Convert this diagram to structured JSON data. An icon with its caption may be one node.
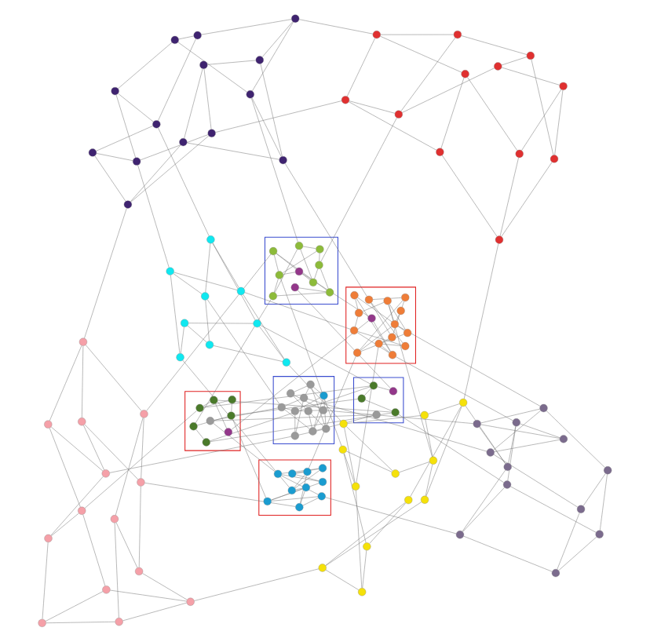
{
  "diagram": {
    "nodes": [
      {
        "text": [],
        "shape": "circle"
      },
      {
        "text": [],
        "shape": "circle"
      },
      {
        "text": [],
        "shape": "circle"
      },
      {
        "text": [],
        "shape": "circle"
      },
      {
        "text": [],
        "shape": "circle"
      },
      {
        "text": [],
        "shape": "circle"
      },
      {
        "text": [],
        "shape": "circle"
      },
      {
        "text": [],
        "shape": "circle"
      },
      {
        "text": [],
        "shape": "circle"
      },
      {
        "text": [],
        "shape": "circle"
      },
      {
        "text": [],
        "shape": "circle"
      },
      {
        "text": [],
        "shape": "circle"
      },
      {
        "text": [],
        "shape": "box"
      },
      {
        "text": [],
        "shape": "circle",
        "in": 12
      },
      {
        "text": [],
        "shape": "circle",
        "in": 12
      },
      {
        "text": [],
        "shape": "circle",
        "in": 12
      },
      {
        "text": [],
        "shape": "circle",
        "in": 12
      },
      {
        "text": [],
        "shape": "circle",
        "in": 12
      },
      {
        "text": [],
        "shape": "circle",
        "in": 12
      },
      {
        "text": [],
        "shape": "circle",
        "in": 12
      },
      {
        "text": [],
        "shape": "circle",
        "in": 12
      },
      {
        "text": [],
        "shape": "circle",
        "in": 12
      },
      {
        "text": [],
        "shape": "circle",
        "in": 12
      },
      {
        "text": [],
        "shape": "circle",
        "in": 12
      },
      {
        "text": [],
        "shape": "circle",
        "in": 12
      },
      {
        "text": [],
        "shape": "circle",
        "in": 12
      },
      {
        "text": [],
        "shape": "circle",
        "in": 12
      },
      {
        "text": [],
        "shape": "circle",
        "in": 12
      },
      {
        "text": [],
        "shape": "circle"
      },
      {
        "text": [],
        "shape": "circle"
      },
      {
        "text": [],
        "shape": "circle"
      },
      {
        "text": [],
        "shape": "circle"
      },
      {
        "text": [],
        "shape": "circle"
      },
      {
        "text": [],
        "shape": "circle"
      },
      {
        "text": [],
        "shape": "circle"
      },
      {
        "text": [],
        "shape": "circle"
      },
      {
        "text": [],
        "shape": "circle"
      },
      {
        "text": [],
        "shape": "circle"
      },
      {
        "text": [],
        "shape": "circle"
      },
      {
        "text": [],
        "shape": "circle"
      },
      {
        "text": [],
        "shape": "box"
      },
      {
        "text": [],
        "shape": "circle",
        "in": 40
      },
      {
        "text": [],
        "shape": "circle",
        "in": 40
      },
      {
        "text": [],
        "shape": "circle",
        "in": 40
      },
      {
        "text": [],
        "shape": "circle",
        "in": 40
      },
      {
        "text": [],
        "shape": "circle",
        "in": 40
      },
      {
        "text": [],
        "shape": "circle",
        "in": 40
      },
      {
        "text": [],
        "shape": "circle",
        "in": 40
      },
      {
        "text": [],
        "shape": "circle",
        "in": 40
      },
      {
        "text": [],
        "shape": "circle",
        "in": 40
      },
      {
        "text": [],
        "shape": "circle",
        "in": 40
      },
      {
        "text": [],
        "shape": "box"
      },
      {
        "text": [],
        "shape": "circle",
        "in": 51
      },
      {
        "text": [],
        "shape": "circle",
        "in": 51
      },
      {
        "text": [],
        "shape": "circle",
        "in": 51
      },
      {
        "text": [],
        "shape": "circle",
        "in": 51
      },
      {
        "text": [],
        "shape": "circle",
        "in": 51
      },
      {
        "text": [],
        "shape": "box"
      },
      {
        "text": [],
        "shape": "circle",
        "in": 57
      },
      {
        "text": [],
        "shape": "circle",
        "in": 57
      },
      {
        "text": [],
        "shape": "circle",
        "in": 57
      },
      {
        "text": [],
        "shape": "circle",
        "in": 57
      },
      {
        "text": [],
        "shape": "circle",
        "in": 57
      },
      {
        "text": [],
        "shape": "circle",
        "in": 57
      },
      {
        "text": [],
        "shape": "circle",
        "in": 57
      },
      {
        "text": [],
        "shape": "circle",
        "in": 57
      },
      {
        "text": [],
        "shape": "box"
      },
      {
        "text": [],
        "shape": "circle",
        "in": 66
      },
      {
        "text": [],
        "shape": "circle",
        "in": 66
      },
      {
        "text": [],
        "shape": "circle",
        "in": 66
      },
      {
        "text": [],
        "shape": "circle",
        "in": 66
      },
      {
        "text": [],
        "shape": "circle",
        "in": 66
      },
      {
        "text": [],
        "shape": "circle",
        "in": 66
      },
      {
        "text": [],
        "shape": "circle",
        "in": 66
      },
      {
        "text": [],
        "shape": "circle",
        "in": 66
      },
      {
        "text": [],
        "shape": "circle",
        "in": 66
      },
      {
        "text": [],
        "shape": "circle",
        "in": 66
      },
      {
        "text": [],
        "shape": "circle",
        "in": 66
      },
      {
        "text": [],
        "shape": "circle"
      },
      {
        "text": [],
        "shape": "circle"
      },
      {
        "text": [],
        "shape": "circle"
      },
      {
        "text": [],
        "shape": "circle"
      },
      {
        "text": [],
        "shape": "circle"
      },
      {
        "text": [],
        "shape": "circle"
      },
      {
        "text": [],
        "shape": "circle"
      },
      {
        "text": [],
        "shape": "circle"
      },
      {
        "text": [],
        "shape": "circle"
      },
      {
        "text": [],
        "shape": "circle"
      },
      {
        "text": [],
        "shape": "circle"
      },
      {
        "text": [],
        "shape": "circle"
      },
      {
        "text": [],
        "shape": "circle"
      },
      {
        "text": [],
        "shape": "circle"
      },
      {
        "text": [],
        "shape": "circle"
      },
      {
        "text": [],
        "shape": "circle"
      },
      {
        "text": [],
        "shape": "circle"
      },
      {
        "text": [],
        "shape": "circle"
      },
      {
        "text": [],
        "shape": "circle"
      },
      {
        "text": [],
        "shape": "circle"
      },
      {
        "text": [],
        "shape": "circle"
      },
      {
        "text": [],
        "shape": "circle"
      },
      {
        "text": [],
        "shape": "circle"
      },
      {
        "text": [],
        "shape": "circle"
      },
      {
        "text": [],
        "shape": "circle"
      },
      {
        "text": [],
        "shape": "circle"
      },
      {
        "text": [],
        "shape": "circle"
      },
      {
        "text": [],
        "shape": "circle"
      },
      {
        "text": [],
        "shape": "circle"
      },
      {
        "text": [],
        "shape": "circle"
      },
      {
        "text": [],
        "shape": "circle"
      },
      {
        "text": [],
        "shape": "circle"
      },
      {
        "text": [],
        "shape": "circle"
      },
      {
        "text": [],
        "shape": "circle"
      },
      {
        "text": [],
        "shape": "circle"
      },
      {
        "text": [],
        "shape": "circle"
      },
      {
        "text": [],
        "shape": "circle"
      },
      {
        "text": [],
        "shape": "circle"
      },
      {
        "text": [],
        "shape": "circle"
      },
      {
        "text": [],
        "shape": "circle"
      },
      {
        "text": [],
        "shape": "circle"
      },
      {
        "text": [],
        "shape": "circle"
      },
      {
        "text": [],
        "shape": "circle"
      },
      {
        "text": [],
        "shape": "circle"
      },
      {
        "text": [],
        "shape": "circle"
      },
      {
        "text": [],
        "shape": "circle"
      },
      {
        "text": [],
        "shape": "circle"
      },
      {
        "text": [],
        "shape": "circle"
      },
      {
        "text": [],
        "shape": "circle"
      },
      {
        "text": [],
        "shape": "box"
      },
      {
        "text": [],
        "shape": "circle",
        "in": 127
      },
      {
        "text": [],
        "shape": "circle",
        "in": 127
      },
      {
        "text": [],
        "shape": "circle",
        "in": 127
      },
      {
        "text": [],
        "shape": "circle",
        "in": 127
      },
      {
        "text": [],
        "shape": "circle",
        "in": 127
      },
      {
        "text": [],
        "shape": "circle",
        "in": 127
      },
      {
        "text": [],
        "shape": "circle",
        "in": 127
      },
      {
        "text": [],
        "shape": "circle",
        "in": 127
      },
      {
        "text": [],
        "shape": "circle",
        "in": 127
      },
      {
        "text": [],
        "shape": "circle",
        "in": 127
      }
    ],
    "edges": [
      {
        "from": 0,
        "to": 1,
        "arrow": "none"
      },
      {
        "from": 1,
        "to": 2,
        "arrow": "none"
      },
      {
        "from": 2,
        "to": 3,
        "arrow": "none"
      },
      {
        "from": 3,
        "to": 4,
        "arrow": "none"
      },
      {
        "from": 4,
        "to": 5,
        "arrow": "none"
      },
      {
        "from": 5,
        "to": 6,
        "arrow": "none"
      },
      {
        "from": 6,
        "to": 7,
        "arrow": "none"
      },
      {
        "from": 7,
        "to": 8,
        "arrow": "none"
      },
      {
        "from": 8,
        "to": 9,
        "arrow": "none"
      },
      {
        "from": 9,
        "to": 10,
        "arrow": "none"
      },
      {
        "from": 10,
        "to": 11,
        "arrow": "none"
      },
      {
        "from": 11,
        "to": 0,
        "arrow": "none"
      },
      {
        "from": 0,
        "to": 6,
        "arrow": "none"
      },
      {
        "from": 1,
        "to": 7,
        "arrow": "none"
      },
      {
        "from": 2,
        "to": 8,
        "arrow": "none"
      },
      {
        "from": 3,
        "to": 9,
        "arrow": "none"
      },
      {
        "from": 4,
        "to": 10,
        "arrow": "none"
      },
      {
        "from": 5,
        "to": 11,
        "arrow": "none"
      },
      {
        "from": 13,
        "to": 14,
        "arrow": "none"
      },
      {
        "from": 14,
        "to": 15,
        "arrow": "none"
      },
      {
        "from": 15,
        "to": 16,
        "arrow": "none"
      },
      {
        "from": 16,
        "to": 17,
        "arrow": "none"
      },
      {
        "from": 17,
        "to": 18,
        "arrow": "none"
      },
      {
        "from": 18,
        "to": 19,
        "arrow": "none"
      },
      {
        "from": 19,
        "to": 20,
        "arrow": "none"
      },
      {
        "from": 20,
        "to": 21,
        "arrow": "none"
      },
      {
        "from": 21,
        "to": 22,
        "arrow": "none"
      },
      {
        "from": 22,
        "to": 23,
        "arrow": "none"
      },
      {
        "from": 23,
        "to": 24,
        "arrow": "none"
      },
      {
        "from": 24,
        "to": 25,
        "arrow": "none"
      },
      {
        "from": 25,
        "to": 26,
        "arrow": "none"
      },
      {
        "from": 26,
        "to": 13,
        "arrow": "none"
      },
      {
        "from": 13,
        "to": 20,
        "arrow": "none"
      },
      {
        "from": 14,
        "to": 21,
        "arrow": "none"
      },
      {
        "from": 15,
        "to": 22,
        "arrow": "none"
      },
      {
        "from": 16,
        "to": 23,
        "arrow": "none"
      },
      {
        "from": 17,
        "to": 24,
        "arrow": "none"
      },
      {
        "from": 18,
        "to": 25,
        "arrow": "none"
      },
      {
        "from": 19,
        "to": 26,
        "arrow": "none"
      },
      {
        "from": 28,
        "to": 29,
        "arrow": "none"
      },
      {
        "from": 29,
        "to": 30,
        "arrow": "none"
      },
      {
        "from": 30,
        "to": 31,
        "arrow": "none"
      },
      {
        "from": 31,
        "to": 32,
        "arrow": "none"
      },
      {
        "from": 32,
        "to": 33,
        "arrow": "none"
      },
      {
        "from": 33,
        "to": 34,
        "arrow": "none"
      },
      {
        "from": 34,
        "to": 35,
        "arrow": "none"
      },
      {
        "from": 35,
        "to": 36,
        "arrow": "none"
      },
      {
        "from": 36,
        "to": 37,
        "arrow": "none"
      },
      {
        "from": 37,
        "to": 38,
        "arrow": "none"
      },
      {
        "from": 38,
        "to": 39,
        "arrow": "none"
      },
      {
        "from": 39,
        "to": 28,
        "arrow": "none"
      },
      {
        "from": 28,
        "to": 34,
        "arrow": "none"
      },
      {
        "from": 29,
        "to": 35,
        "arrow": "none"
      },
      {
        "from": 30,
        "to": 36,
        "arrow": "none"
      },
      {
        "from": 31,
        "to": 37,
        "arrow": "none"
      },
      {
        "from": 32,
        "to": 38,
        "arrow": "none"
      },
      {
        "from": 33,
        "to": 39,
        "arrow": "none"
      },
      {
        "from": 41,
        "to": 42,
        "arrow": "none"
      },
      {
        "from": 42,
        "to": 43,
        "arrow": "none"
      },
      {
        "from": 43,
        "to": 44,
        "arrow": "none"
      },
      {
        "from": 44,
        "to": 45,
        "arrow": "none"
      },
      {
        "from": 45,
        "to": 46,
        "arrow": "none"
      },
      {
        "from": 46,
        "to": 47,
        "arrow": "none"
      },
      {
        "from": 47,
        "to": 48,
        "arrow": "none"
      },
      {
        "from": 48,
        "to": 41,
        "arrow": "none"
      },
      {
        "from": 41,
        "to": 45,
        "arrow": "none"
      },
      {
        "from": 42,
        "to": 46,
        "arrow": "none"
      },
      {
        "from": 43,
        "to": 47,
        "arrow": "none"
      },
      {
        "from": 44,
        "to": 48,
        "arrow": "none"
      },
      {
        "from": 53,
        "to": 54,
        "arrow": "none"
      },
      {
        "from": 54,
        "to": 55,
        "arrow": "none"
      },
      {
        "from": 55,
        "to": 59,
        "arrow": "none"
      },
      {
        "from": 59,
        "to": 60,
        "arrow": "none"
      },
      {
        "from": 60,
        "to": 61,
        "arrow": "none"
      },
      {
        "from": 61,
        "to": 62,
        "arrow": "none"
      },
      {
        "from": 62,
        "to": 63,
        "arrow": "none"
      },
      {
        "from": 63,
        "to": 64,
        "arrow": "none"
      },
      {
        "from": 64,
        "to": 53,
        "arrow": "none"
      },
      {
        "from": 53,
        "to": 60,
        "arrow": "none"
      },
      {
        "from": 54,
        "to": 62,
        "arrow": "none"
      },
      {
        "from": 55,
        "to": 64,
        "arrow": "none"
      },
      {
        "from": 67,
        "to": 68,
        "arrow": "none"
      },
      {
        "from": 68,
        "to": 69,
        "arrow": "none"
      },
      {
        "from": 69,
        "to": 70,
        "arrow": "none"
      },
      {
        "from": 70,
        "to": 71,
        "arrow": "none"
      },
      {
        "from": 71,
        "to": 72,
        "arrow": "none"
      },
      {
        "from": 72,
        "to": 73,
        "arrow": "none"
      },
      {
        "from": 73,
        "to": 74,
        "arrow": "none"
      },
      {
        "from": 74,
        "to": 75,
        "arrow": "none"
      },
      {
        "from": 75,
        "to": 76,
        "arrow": "none"
      },
      {
        "from": 76,
        "to": 67,
        "arrow": "none"
      },
      {
        "from": 67,
        "to": 72,
        "arrow": "none"
      },
      {
        "from": 68,
        "to": 73,
        "arrow": "none"
      },
      {
        "from": 69,
        "to": 74,
        "arrow": "none"
      },
      {
        "from": 70,
        "to": 75,
        "arrow": "none"
      },
      {
        "from": 71,
        "to": 76,
        "arrow": "none"
      },
      {
        "from": 56,
        "to": 67,
        "arrow": "none"
      },
      {
        "from": 65,
        "to": 68,
        "arrow": "none"
      },
      {
        "from": 56,
        "to": 65,
        "arrow": "none"
      },
      {
        "from": 77,
        "to": 67,
        "arrow": "none"
      },
      {
        "from": 77,
        "to": 70,
        "arrow": "none"
      },
      {
        "from": 77,
        "to": 73,
        "arrow": "none"
      },
      {
        "from": 77,
        "to": 75,
        "arrow": "none"
      },
      {
        "from": 78,
        "to": 79,
        "arrow": "none"
      },
      {
        "from": 79,
        "to": 80,
        "arrow": "none"
      },
      {
        "from": 80,
        "to": 81,
        "arrow": "none"
      },
      {
        "from": 81,
        "to": 82,
        "arrow": "none"
      },
      {
        "from": 82,
        "to": 83,
        "arrow": "none"
      },
      {
        "from": 83,
        "to": 84,
        "arrow": "none"
      },
      {
        "from": 84,
        "to": 85,
        "arrow": "none"
      },
      {
        "from": 85,
        "to": 86,
        "arrow": "none"
      },
      {
        "from": 86,
        "to": 78,
        "arrow": "none"
      },
      {
        "from": 78,
        "to": 82,
        "arrow": "none"
      },
      {
        "from": 79,
        "to": 83,
        "arrow": "none"
      },
      {
        "from": 80,
        "to": 84,
        "arrow": "none"
      },
      {
        "from": 81,
        "to": 85,
        "arrow": "none"
      },
      {
        "from": 87,
        "to": 88,
        "arrow": "none"
      },
      {
        "from": 88,
        "to": 89,
        "arrow": "none"
      },
      {
        "from": 89,
        "to": 90,
        "arrow": "none"
      },
      {
        "from": 90,
        "to": 91,
        "arrow": "none"
      },
      {
        "from": 91,
        "to": 92,
        "arrow": "none"
      },
      {
        "from": 92,
        "to": 93,
        "arrow": "none"
      },
      {
        "from": 93,
        "to": 94,
        "arrow": "none"
      },
      {
        "from": 94,
        "to": 95,
        "arrow": "none"
      },
      {
        "from": 95,
        "to": 96,
        "arrow": "none"
      },
      {
        "from": 96,
        "to": 97,
        "arrow": "none"
      },
      {
        "from": 97,
        "to": 98,
        "arrow": "none"
      },
      {
        "from": 98,
        "to": 87,
        "arrow": "none"
      },
      {
        "from": 87,
        "to": 93,
        "arrow": "none"
      },
      {
        "from": 88,
        "to": 94,
        "arrow": "none"
      },
      {
        "from": 89,
        "to": 95,
        "arrow": "none"
      },
      {
        "from": 90,
        "to": 96,
        "arrow": "none"
      },
      {
        "from": 91,
        "to": 97,
        "arrow": "none"
      },
      {
        "from": 92,
        "to": 98,
        "arrow": "none"
      },
      {
        "from": 99,
        "to": 100,
        "arrow": "none"
      },
      {
        "from": 100,
        "to": 101,
        "arrow": "none"
      },
      {
        "from": 101,
        "to": 102,
        "arrow": "none"
      },
      {
        "from": 102,
        "to": 103,
        "arrow": "none"
      },
      {
        "from": 103,
        "to": 104,
        "arrow": "none"
      },
      {
        "from": 104,
        "to": 105,
        "arrow": "none"
      },
      {
        "from": 105,
        "to": 106,
        "arrow": "none"
      },
      {
        "from": 106,
        "to": 107,
        "arrow": "none"
      },
      {
        "from": 107,
        "to": 108,
        "arrow": "none"
      },
      {
        "from": 108,
        "to": 109,
        "arrow": "none"
      },
      {
        "from": 109,
        "to": 110,
        "arrow": "none"
      },
      {
        "from": 110,
        "to": 111,
        "arrow": "none"
      },
      {
        "from": 111,
        "to": 112,
        "arrow": "none"
      },
      {
        "from": 112,
        "to": 99,
        "arrow": "none"
      },
      {
        "from": 99,
        "to": 106,
        "arrow": "none"
      },
      {
        "from": 100,
        "to": 107,
        "arrow": "none"
      },
      {
        "from": 101,
        "to": 108,
        "arrow": "none"
      },
      {
        "from": 102,
        "to": 109,
        "arrow": "none"
      },
      {
        "from": 103,
        "to": 110,
        "arrow": "none"
      },
      {
        "from": 104,
        "to": 111,
        "arrow": "none"
      },
      {
        "from": 105,
        "to": 112,
        "arrow": "none"
      },
      {
        "from": 113,
        "to": 114,
        "arrow": "none"
      },
      {
        "from": 114,
        "to": 115,
        "arrow": "none"
      },
      {
        "from": 115,
        "to": 116,
        "arrow": "none"
      },
      {
        "from": 116,
        "to": 117,
        "arrow": "none"
      },
      {
        "from": 117,
        "to": 118,
        "arrow": "none"
      },
      {
        "from": 118,
        "to": 119,
        "arrow": "none"
      },
      {
        "from": 119,
        "to": 120,
        "arrow": "none"
      },
      {
        "from": 120,
        "to": 121,
        "arrow": "none"
      },
      {
        "from": 121,
        "to": 122,
        "arrow": "none"
      },
      {
        "from": 122,
        "to": 123,
        "arrow": "none"
      },
      {
        "from": 123,
        "to": 124,
        "arrow": "none"
      },
      {
        "from": 124,
        "to": 125,
        "arrow": "none"
      },
      {
        "from": 125,
        "to": 126,
        "arrow": "none"
      },
      {
        "from": 126,
        "to": 113,
        "arrow": "none"
      },
      {
        "from": 113,
        "to": 120,
        "arrow": "none"
      },
      {
        "from": 114,
        "to": 121,
        "arrow": "none"
      },
      {
        "from": 115,
        "to": 122,
        "arrow": "none"
      },
      {
        "from": 116,
        "to": 123,
        "arrow": "none"
      },
      {
        "from": 117,
        "to": 124,
        "arrow": "none"
      },
      {
        "from": 118,
        "to": 125,
        "arrow": "none"
      },
      {
        "from": 119,
        "to": 126,
        "arrow": "none"
      },
      {
        "from": 128,
        "to": 129,
        "arrow": "none"
      },
      {
        "from": 129,
        "to": 130,
        "arrow": "none"
      },
      {
        "from": 130,
        "to": 131,
        "arrow": "none"
      },
      {
        "from": 131,
        "to": 132,
        "arrow": "none"
      },
      {
        "from": 132,
        "to": 133,
        "arrow": "none"
      },
      {
        "from": 133,
        "to": 134,
        "arrow": "none"
      },
      {
        "from": 134,
        "to": 135,
        "arrow": "none"
      },
      {
        "from": 135,
        "to": 136,
        "arrow": "none"
      },
      {
        "from": 136,
        "to": 137,
        "arrow": "none"
      },
      {
        "from": 137,
        "to": 128,
        "arrow": "none"
      },
      {
        "from": 128,
        "to": 133,
        "arrow": "none"
      },
      {
        "from": 129,
        "to": 134,
        "arrow": "none"
      },
      {
        "from": 130,
        "to": 135,
        "arrow": "none"
      },
      {
        "from": 131,
        "to": 136,
        "arrow": "none"
      },
      {
        "from": 132,
        "to": 137,
        "arrow": "none"
      },
      {
        "from": 27,
        "to": 13,
        "arrow": "none"
      },
      {
        "from": 27,
        "to": 49,
        "arrow": "none"
      },
      {
        "from": 49,
        "to": 41,
        "arrow": "none"
      },
      {
        "from": 50,
        "to": 44,
        "arrow": "none"
      },
      {
        "from": 52,
        "to": 53,
        "arrow": "none"
      },
      {
        "from": 58,
        "to": 59,
        "arrow": "none"
      },
      {
        "from": 50,
        "to": 52,
        "arrow": "none"
      },
      {
        "from": 27,
        "to": 58,
        "arrow": "none"
      },
      {
        "from": 0,
        "to": 14,
        "arrow": "none"
      },
      {
        "from": 4,
        "to": 18,
        "arrow": "none"
      },
      {
        "from": 6,
        "to": 41,
        "arrow": "none"
      },
      {
        "from": 9,
        "to": 87,
        "arrow": "none"
      },
      {
        "from": 11,
        "to": 80,
        "arrow": "none"
      },
      {
        "from": 2,
        "to": 120,
        "arrow": "none"
      },
      {
        "from": 13,
        "to": 30,
        "arrow": "none"
      },
      {
        "from": 17,
        "to": 34,
        "arrow": "none"
      },
      {
        "from": 20,
        "to": 79,
        "arrow": "none"
      },
      {
        "from": 22,
        "to": 100,
        "arrow": "none"
      },
      {
        "from": 24,
        "to": 128,
        "arrow": "none"
      },
      {
        "from": 28,
        "to": 69,
        "arrow": "none"
      },
      {
        "from": 31,
        "to": 55,
        "arrow": "none"
      },
      {
        "from": 35,
        "to": 72,
        "arrow": "none"
      },
      {
        "from": 37,
        "to": 130,
        "arrow": "none"
      },
      {
        "from": 43,
        "to": 90,
        "arrow": "none"
      },
      {
        "from": 46,
        "to": 101,
        "arrow": "none"
      },
      {
        "from": 48,
        "to": 115,
        "arrow": "none"
      },
      {
        "from": 53,
        "to": 84,
        "arrow": "none"
      },
      {
        "from": 60,
        "to": 118,
        "arrow": "none"
      },
      {
        "from": 62,
        "to": 135,
        "arrow": "none"
      },
      {
        "from": 65,
        "to": 131,
        "arrow": "none"
      },
      {
        "from": 68,
        "to": 82,
        "arrow": "none"
      },
      {
        "from": 74,
        "to": 124,
        "arrow": "none"
      },
      {
        "from": 78,
        "to": 104,
        "arrow": "none"
      },
      {
        "from": 83,
        "to": 110,
        "arrow": "none"
      },
      {
        "from": 86,
        "to": 133,
        "arrow": "none"
      },
      {
        "from": 89,
        "to": 105,
        "arrow": "none"
      },
      {
        "from": 95,
        "to": 108,
        "arrow": "none"
      },
      {
        "from": 112,
        "to": 116,
        "arrow": "none"
      },
      {
        "from": 122,
        "to": 129,
        "arrow": "none"
      },
      {
        "from": 9,
        "to": 36,
        "arrow": "none"
      },
      {
        "from": 45,
        "to": 63,
        "arrow": "none"
      }
    ]
  }
}
